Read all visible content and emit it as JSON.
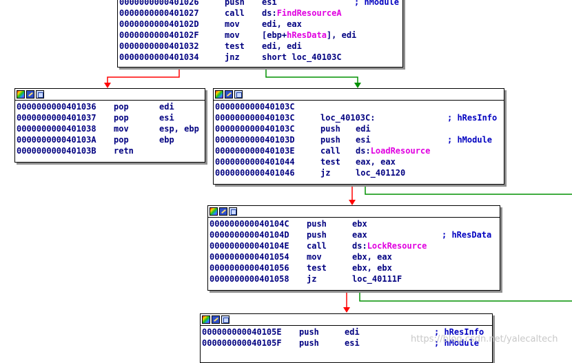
{
  "nodes": {
    "n1": {
      "rows": [
        {
          "addr": "0000000000401026",
          "mn": "push",
          "op": "esi",
          "cm": "; hModule"
        },
        {
          "addr": "0000000000401027",
          "mn": "call",
          "op_prefix": "ds:",
          "op_sym": "FindResourceA",
          "cm": ""
        },
        {
          "addr": "000000000040102D",
          "mn": "mov",
          "op": "edi, eax",
          "cm": ""
        },
        {
          "addr": "000000000040102F",
          "mn": "mov",
          "op_prefix": "[ebp+",
          "op_sym": "hResData",
          "op_suffix": "], edi",
          "cm": ""
        },
        {
          "addr": "0000000000401032",
          "mn": "test",
          "op": "edi, edi",
          "cm": ""
        },
        {
          "addr": "0000000000401034",
          "mn": "jnz",
          "op": "short loc_40103C",
          "cm": ""
        }
      ]
    },
    "n2": {
      "rows": [
        {
          "addr": "0000000000401036",
          "mn": "pop",
          "op": "edi"
        },
        {
          "addr": "0000000000401037",
          "mn": "pop",
          "op": "esi"
        },
        {
          "addr": "0000000000401038",
          "mn": "mov",
          "op": "esp, ebp"
        },
        {
          "addr": "000000000040103A",
          "mn": "pop",
          "op": "ebp"
        },
        {
          "addr": "000000000040103B",
          "mn": "retn",
          "op": ""
        }
      ]
    },
    "n3": {
      "rows": [
        {
          "addr": "000000000040103C",
          "mn": "",
          "op": "",
          "cm": ""
        },
        {
          "addr": "000000000040103C",
          "mn": "loc_40103C:",
          "op": "",
          "cm": "; hResInfo"
        },
        {
          "addr": "000000000040103C",
          "mn": "push",
          "op": "edi",
          "cm": ""
        },
        {
          "addr": "000000000040103D",
          "mn": "push",
          "op": "esi",
          "cm": "; hModule"
        },
        {
          "addr": "000000000040103E",
          "mn": "call",
          "op_prefix": "ds:",
          "op_sym": "LoadResource",
          "cm": ""
        },
        {
          "addr": "0000000000401044",
          "mn": "test",
          "op": "eax, eax",
          "cm": ""
        },
        {
          "addr": "0000000000401046",
          "mn": "jz",
          "op": "loc_401120",
          "cm": ""
        }
      ]
    },
    "n4": {
      "rows": [
        {
          "addr": "000000000040104C",
          "mn": "push",
          "op": "ebx",
          "cm": ""
        },
        {
          "addr": "000000000040104D",
          "mn": "push",
          "op": "eax",
          "cm": "; hResData"
        },
        {
          "addr": "000000000040104E",
          "mn": "call",
          "op_prefix": "ds:",
          "op_sym": "LockResource",
          "cm": ""
        },
        {
          "addr": "0000000000401054",
          "mn": "mov",
          "op": "ebx, eax",
          "cm": ""
        },
        {
          "addr": "0000000000401056",
          "mn": "test",
          "op": "ebx, ebx",
          "cm": ""
        },
        {
          "addr": "0000000000401058",
          "mn": "jz",
          "op": "loc_40111F",
          "cm": ""
        }
      ]
    },
    "n5": {
      "rows": [
        {
          "addr": "000000000040105E",
          "mn": "push",
          "op": "edi",
          "cm": "; hResInfo"
        },
        {
          "addr": "000000000040105F",
          "mn": "push",
          "op": "esi",
          "cm": "; hModule"
        }
      ]
    }
  },
  "toolbar_icons": [
    "color-palette-icon",
    "edit-pencil-icon",
    "graph-view-icon"
  ],
  "colors": {
    "edge_false": "#ff0000",
    "edge_true": "#009000",
    "text": "#000080",
    "symbol": "#e000e0",
    "comment": "#0000c0"
  },
  "watermark": "https://blog.csdn.net/yalecaltech"
}
